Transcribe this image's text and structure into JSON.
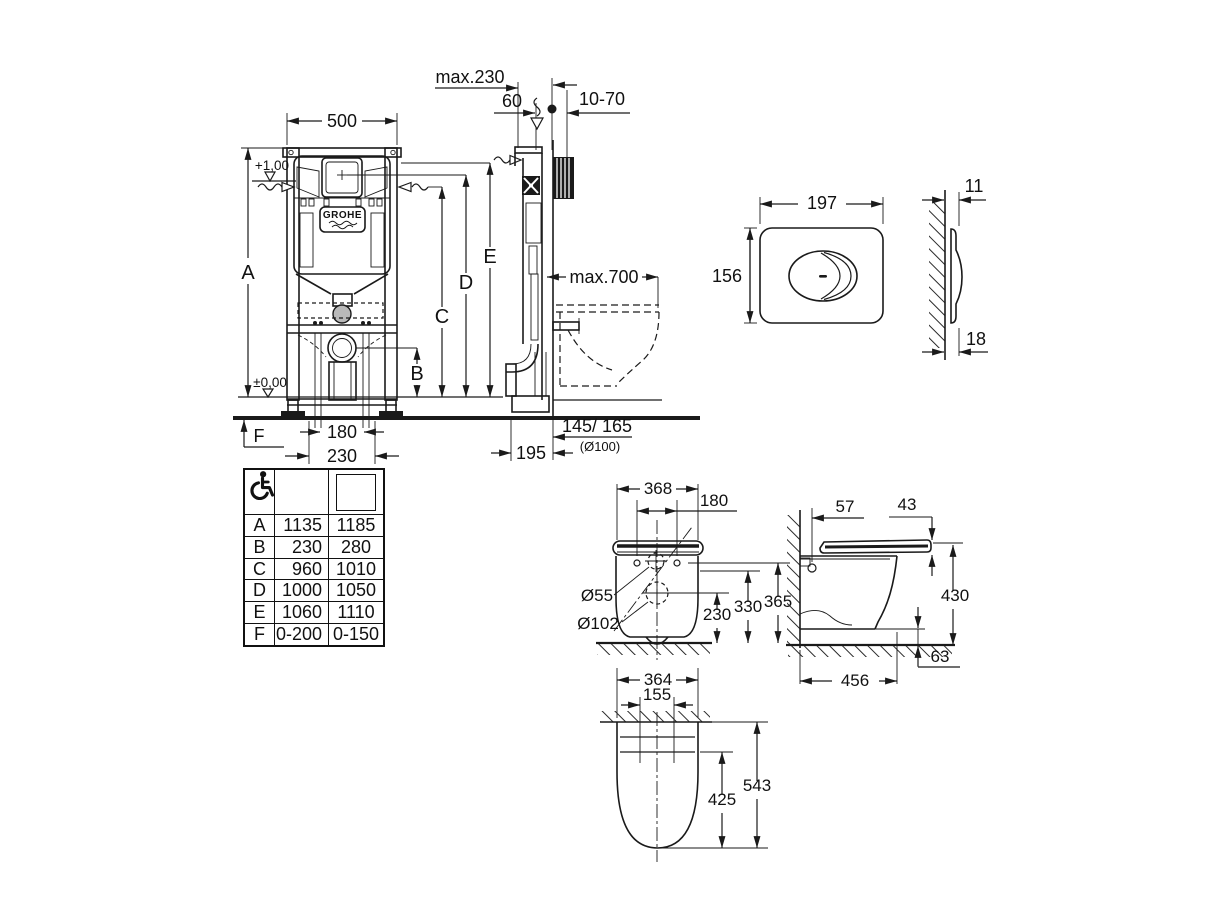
{
  "brand": "GROHE",
  "frame_front": {
    "width": "500",
    "level_top": "+1,00",
    "level_zero": "±0,00",
    "dim_a": "A",
    "dim_b": "B",
    "dim_c": "C",
    "dim_d": "D",
    "dim_e": "E",
    "dim_f": "F",
    "rod_spacing": "180",
    "outlet_offset": "230"
  },
  "frame_side": {
    "max_depth": "max.230",
    "top_offset": "60",
    "wall_thickness": "10-70",
    "max_outreach": "max.700",
    "base_depth": "195",
    "drain_offset": "145/ 165",
    "drain_diameter": "(Ø100)"
  },
  "flush_plate": {
    "width": "197",
    "height": "156",
    "depth_top": "11",
    "depth_bottom": "18"
  },
  "table": {
    "header_icon": "wheelchair",
    "rows": [
      {
        "key": "A",
        "standard": "1135",
        "accessible": "1185"
      },
      {
        "key": "B",
        "standard": "230",
        "accessible": "280"
      },
      {
        "key": "C",
        "standard": "960",
        "accessible": "1010"
      },
      {
        "key": "D",
        "standard": "1000",
        "accessible": "1050"
      },
      {
        "key": "E",
        "standard": "1060",
        "accessible": "1110"
      },
      {
        "key": "F",
        "standard": "0-200",
        "accessible": "0-150"
      }
    ]
  },
  "wc_back": {
    "width": "368",
    "hole_spacing": "180",
    "inlet_diameter": "Ø55",
    "outlet_diameter": "Ø102",
    "outlet_height": "230",
    "inlet_height": "330",
    "hole_height": "365",
    "base_width": "364"
  },
  "wc_side": {
    "hole_offset": "57",
    "seat_thickness": "43",
    "seat_height": "430",
    "depth": "456",
    "base_clearance": "63"
  },
  "wc_plan": {
    "width": "364",
    "inner_width": "155",
    "inner_depth": "425",
    "depth": "543"
  }
}
